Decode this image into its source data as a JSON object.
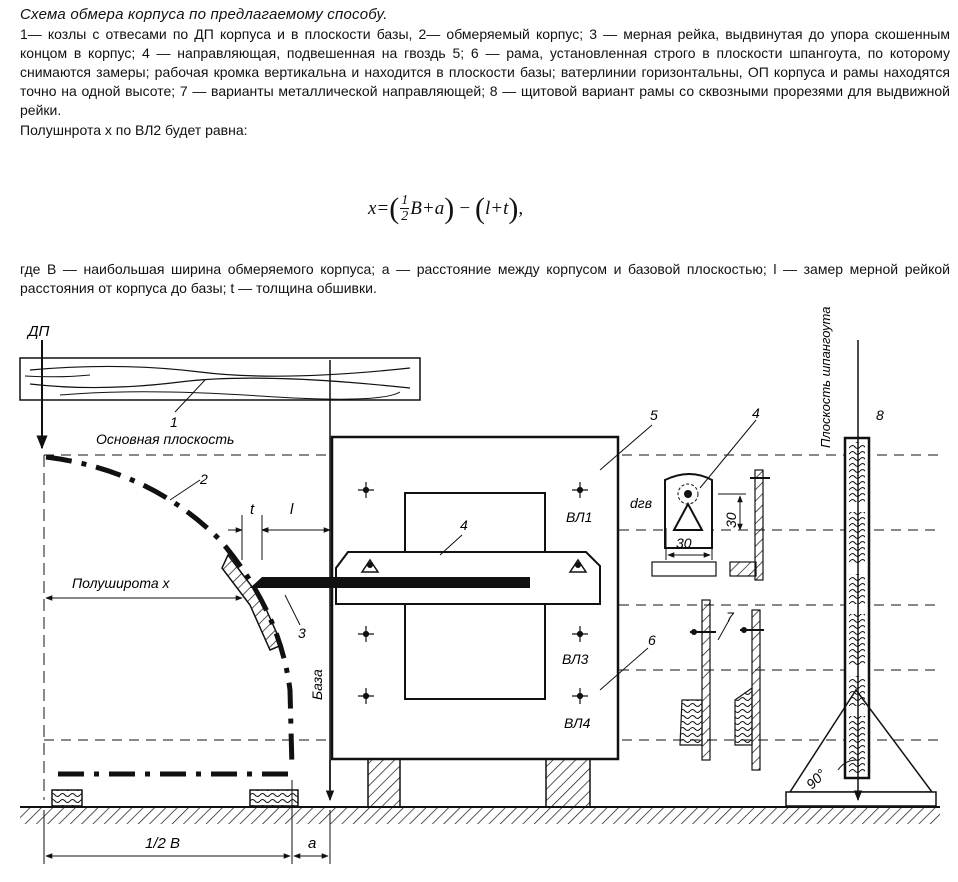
{
  "title": "Схема обмера корпуса по предлагаемому способу.",
  "caption": "1— козлы с отвесами по ДП корпуса и в плоскости базы, 2— обмеряемый корпус; 3 — мерная рейка, выдвинутая до упора скошенным концом в корпус; 4 — направляющая, подвешенная на гвоздь 5; 6 — рама, установленная строго в плоскости шпангоута, по которому снимаются замеры; рабочая кромка вертикальна и находится в плоскости базы; ватерлинии горизонтальны, ОП корпуса и рамы находятся точно на одной высоте; 7 — варианты металлической направляющей; 8 — щитовой вариант рамы со сквозными прорезями для выдвижной рейки.",
  "intro": "Полушнрота x по ВЛ2 будет равна:",
  "formula": {
    "lhs": "x=",
    "num": "1",
    "den": "2",
    "part1": "B+a",
    "minus": "−",
    "part2": "l+t",
    "end": ","
  },
  "where": "где B — наибольшая ширина обмеряемого корпуса; a — расстояние между корпусом и базовой плоскостью; l — замер мерной рейкой расстояния от корпуса до базы; t — толщина обшивки.",
  "figure": {
    "dp": "ДП",
    "base_plane": "Основная плоскость",
    "half_width": "Полуширота x",
    "half_B": "1/2 B",
    "a": "a",
    "t": "t",
    "l": "l",
    "baza": "База",
    "frame_plane": "Плоскость шпангоута",
    "angle": "90°",
    "dgv": "dгв",
    "dim30_h": "30",
    "dim30_v": "30",
    "wl1": "ВЛ1",
    "wl3": "ВЛ3",
    "wl4": "ВЛ4",
    "n1": "1",
    "n2": "2",
    "n3": "3",
    "n4a": "4",
    "n4b": "4",
    "n5": "5",
    "n6": "6",
    "n7": "7",
    "n8": "8"
  }
}
